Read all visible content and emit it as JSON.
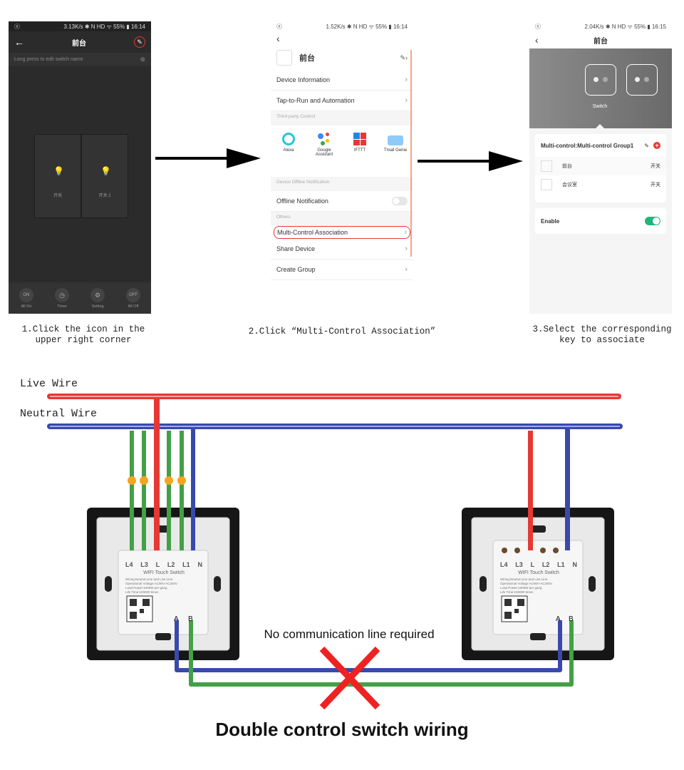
{
  "phone1": {
    "status_left": "ⓔ",
    "status_right": "3.13K/s ✱ N HD ᯤ 55% ▮ 16:14",
    "title": "前台",
    "hint": "Long press to edit switch name",
    "switches": [
      "开关",
      "开关 2"
    ],
    "bottom": [
      "All On",
      "Timer",
      "Setting",
      "All Off"
    ],
    "bottom_icons": [
      "ON",
      "◷",
      "⚙",
      "OFF"
    ]
  },
  "phone2": {
    "status_left": "ⓔ",
    "status_right": "1.52K/s ✱ N HD ᯤ 55% ▮ 16:14",
    "device_name": "前台",
    "rows": [
      "Device Information",
      "Tap-to-Run and Automation"
    ],
    "third_party_title": "Third-party Control",
    "third_party": [
      "Alexa",
      "Google\nAssistant",
      "IFTTT",
      "Tmall Genie"
    ],
    "offline_title": "Device Offline Notification",
    "offline_row": "Offline Notification",
    "others_title": "Others",
    "multi_control": "Multi-Control Association",
    "rows2": [
      "Share Device",
      "Create Group"
    ]
  },
  "phone3": {
    "status_left": "ⓔ",
    "status_right": "2.04K/s ✱ N HD ᯤ 55% ▮ 16:15",
    "title": "前台",
    "switch_label": "Switch",
    "group_title": "Multi-control:Multi-control Group1",
    "items": [
      {
        "name": "前台",
        "value": "开关"
      },
      {
        "name": "会议室",
        "value": "开关"
      }
    ],
    "enable": "Enable"
  },
  "captions": {
    "step1": "1.Click the icon in the\nupper right corner",
    "step2": "2.Click “Multi-Control Association”",
    "step3": "3.Select the corresponding\nkey to associate"
  },
  "wiring": {
    "live": "Live Wire",
    "neutral": "Neutral Wire",
    "terminals": [
      "L4",
      "L3",
      "L",
      "L2",
      "L1",
      "N"
    ],
    "model": "WIFI Touch Switch",
    "spec1": "Wiring:Neutral Line and Live Line",
    "spec2": "Operational Voltage:AC90V-AC250V",
    "spec3": "Load Power:1000W per gang",
    "spec4": "Life Time:100000 times",
    "ab": [
      "A",
      "B"
    ],
    "no_comm": "No communication line required",
    "title": "Double control switch wiring"
  },
  "colors": {
    "live": "#e53935",
    "neutral": "#3949ab",
    "load": "#43a047",
    "cross": "#ee2222",
    "toggle": "#1fb67a"
  }
}
